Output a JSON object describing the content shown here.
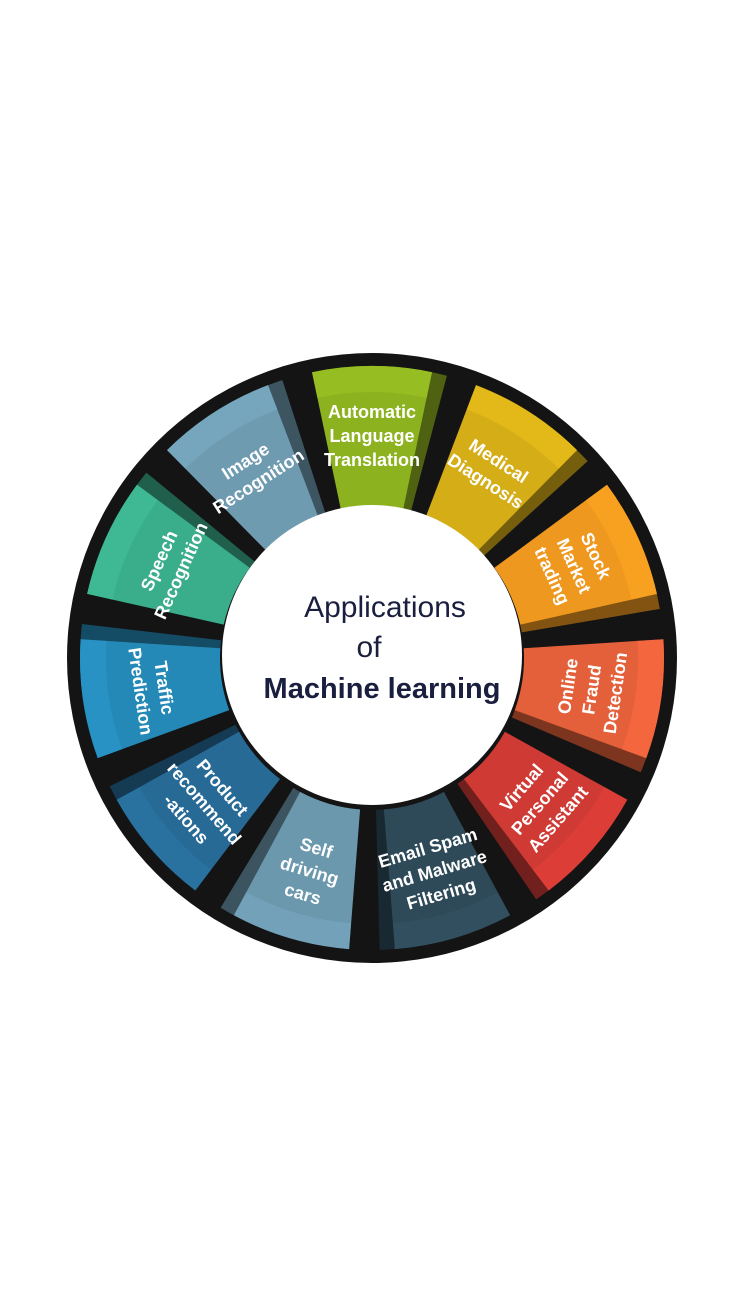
{
  "center": {
    "line1": "Applications",
    "line2": "of",
    "line3": "Machine learning"
  },
  "segments": [
    {
      "id": "automatic-language-translation",
      "lines": [
        "Automatic",
        "Language",
        "Translation"
      ],
      "color": "#8db21f"
    },
    {
      "id": "medical-diagnosis",
      "lines": [
        "Medical",
        "Diagnosis"
      ],
      "color": "#d4ad17"
    },
    {
      "id": "stock-market-trading",
      "lines": [
        "Stock",
        "Market",
        "trading"
      ],
      "color": "#ef981f"
    },
    {
      "id": "online-fraud-detection",
      "lines": [
        "Online",
        "Fraud",
        "Detection"
      ],
      "color": "#e4603a"
    },
    {
      "id": "virtual-personal-assistant",
      "lines": [
        "Virtual",
        "Personal",
        "Assistant"
      ],
      "color": "#cf3b34"
    },
    {
      "id": "email-spam-malware-filtering",
      "lines": [
        "Email Spam",
        "and Malware",
        "Filtering"
      ],
      "color": "#2e4a59"
    },
    {
      "id": "self-driving-cars",
      "lines": [
        "Self",
        "driving",
        "cars"
      ],
      "color": "#6b98ad"
    },
    {
      "id": "product-recommendations",
      "lines": [
        "Product",
        "recommend",
        "-ations"
      ],
      "color": "#276a96"
    },
    {
      "id": "traffic-prediction",
      "lines": [
        "Traffic",
        "Prediction"
      ],
      "color": "#2589b7"
    },
    {
      "id": "speech-recognition",
      "lines": [
        "Speech",
        "Recognition"
      ],
      "color": "#3aad8a"
    },
    {
      "id": "image-recognition",
      "lines": [
        "Image",
        "Recognition"
      ],
      "color": "#6f9bb1"
    }
  ]
}
